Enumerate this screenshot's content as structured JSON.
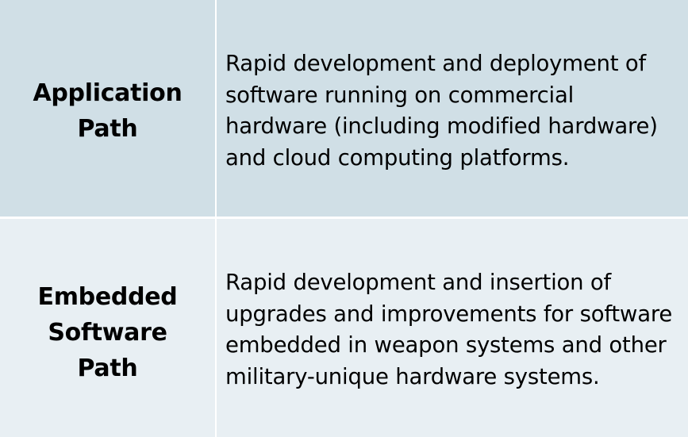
{
  "rows": [
    {
      "label": "Application Path",
      "description": "Rapid development and deployment of software running on commercial hardware (including modified hardware) and cloud computing platforms."
    },
    {
      "label": "Embedded Software Path",
      "description": "Rapid development and insertion of upgrades and improvements for software embedded in weapon systems and other military-unique hardware systems."
    }
  ],
  "colors": {
    "row_1_background": "#d0dfe6",
    "row_2_background": "#e8eff3",
    "text": "#000000",
    "grid_line": "#ffffff"
  }
}
